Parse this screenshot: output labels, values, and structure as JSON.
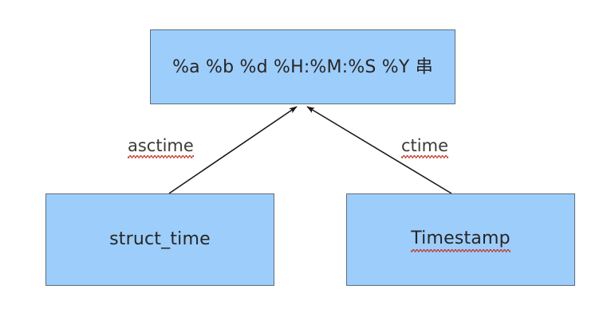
{
  "diagram": {
    "title": "time conversion diagram",
    "background_color": "#ffffff",
    "node_fill_color": "#9dcdfa",
    "node_border_color": "#5e6e7e",
    "edge_color": "#1a1a1a",
    "spellcheck_underline_color": "#c0392b",
    "nodes": [
      {
        "id": "format",
        "label": "%a %b %d %H:%M:%S %Y 串",
        "misspelled": false
      },
      {
        "id": "struct_time",
        "label": "struct_time",
        "misspelled": false
      },
      {
        "id": "timestamp",
        "label": "Timestamp",
        "misspelled": true
      }
    ],
    "edges": [
      {
        "id": "asctime",
        "label": "asctime",
        "from": "struct_time",
        "to": "format",
        "misspelled": true
      },
      {
        "id": "ctime",
        "label": "ctime",
        "from": "timestamp",
        "to": "format",
        "misspelled": true
      }
    ]
  }
}
